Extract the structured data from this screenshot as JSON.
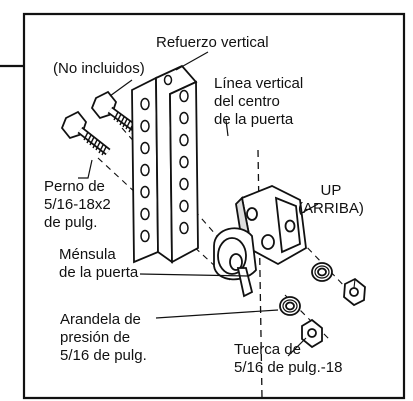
{
  "labels": {
    "refuerzo": [
      "Refuerzo vertical"
    ],
    "no_incluidos": [
      "(No incluidos)"
    ],
    "linea": [
      "Línea vertical",
      "del centro",
      "de la puerta"
    ],
    "perno": [
      "Perno de",
      "5/16-18x2",
      "de pulg."
    ],
    "up": [
      "UP",
      "(ARRIBA)"
    ],
    "mensula": [
      "Ménsula",
      "de la puerta"
    ],
    "arandela": [
      "Arandela de",
      "presión de",
      "5/16 de pulg."
    ],
    "tuerca": [
      "Tuerca de",
      "5/16 de pulg.-18"
    ]
  },
  "colors": {
    "ink": "#111111",
    "background": "#ffffff"
  }
}
